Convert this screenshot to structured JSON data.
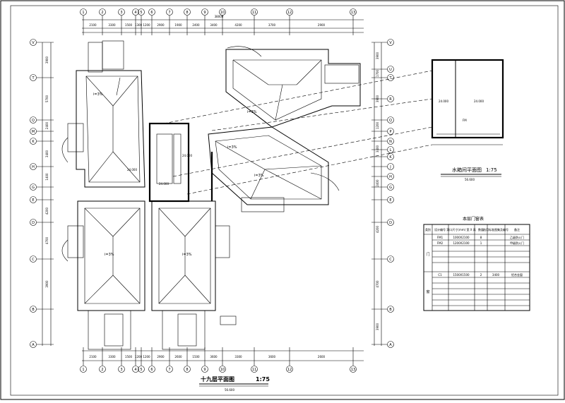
{
  "top_dimensions": [
    "2100",
    "3300",
    "1500",
    "1300",
    "1200",
    "2900",
    "1900",
    "2400",
    "3400",
    "4200",
    "3700",
    "2900"
  ],
  "top_total": "38000",
  "bottom_dimensions": [
    "2100",
    "3300",
    "1500",
    "1200",
    "1200",
    "2900",
    "2600",
    "1500",
    "3600",
    "3300",
    "3600",
    "2600"
  ],
  "bottom_total": "38000",
  "bottom_axes": [
    "1",
    "2",
    "3",
    "4",
    "5",
    "6",
    "7",
    "8",
    "9",
    "10",
    "11",
    "12",
    "13"
  ],
  "top_axes": [
    "1",
    "2",
    "3",
    "4",
    "5",
    "6",
    "7",
    "8",
    "9",
    "10",
    "11",
    "12",
    "13"
  ],
  "left_axes": [
    "V",
    "T",
    "Q",
    "M",
    "K",
    "H",
    "G",
    "E",
    "D",
    "C",
    "B",
    "A"
  ],
  "right_axes": [
    "V",
    "U",
    "T",
    "R",
    "Q",
    "P",
    "N",
    "L",
    "K",
    "J",
    "H",
    "G",
    "E",
    "D",
    "C",
    "B",
    "A"
  ],
  "left_dimensions": [
    "3900",
    "5700",
    "2400",
    "3400",
    "1400",
    "4200",
    "4700",
    "3900"
  ],
  "right_dimensions": [
    "3900",
    "1700",
    "3900",
    "1200",
    "3400",
    "2400",
    "4200",
    "4700",
    "3900"
  ],
  "slope_labels": [
    "i=3%",
    "i=3%",
    "i=3%",
    "i=3%",
    "i=3%",
    "i=3%"
  ],
  "level_labels": [
    "24.000",
    "24.000",
    "24.000"
  ],
  "main_title": "十九层平面图",
  "main_scale": "1:75",
  "main_subtitle": "56.600",
  "tank_title": "水箱间平面图",
  "tank_scale": "1:75",
  "tank_subtitle": "56.600",
  "tank_labels": [
    "24.000",
    "24.000",
    "FM"
  ],
  "door_table": {
    "title": "本层门窗表",
    "headers": [
      "类别",
      "设计编号",
      "洞口尺寸(mm) 宽 X 高",
      "数量",
      "选用标准图集及编号",
      "备注"
    ],
    "group_door": "门",
    "group_window": "窗",
    "rows": [
      [
        "FM1",
        "1000X2100",
        "8",
        "乙级防火门"
      ],
      [
        "FM2",
        "1200X2100",
        "1",
        "甲级防火门"
      ],
      [
        "C1",
        "1500X1500",
        "2",
        "3400",
        "铝合金窗"
      ]
    ]
  }
}
